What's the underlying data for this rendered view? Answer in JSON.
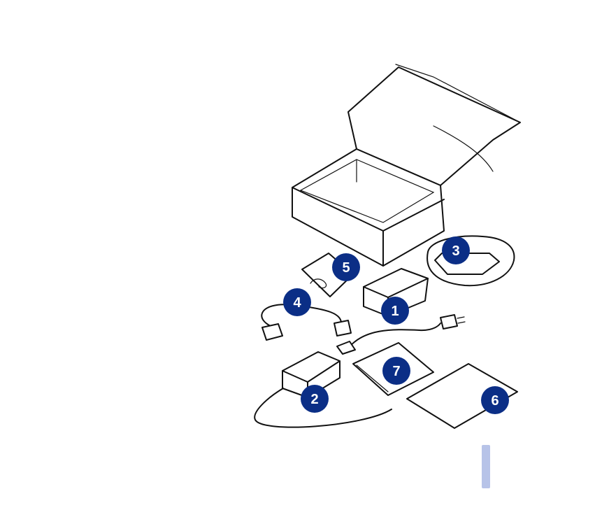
{
  "colors": {
    "badge": "#0b2e86",
    "badge_text": "#ffffff",
    "ink": "#111111",
    "side_tab": "#b7c3e8"
  },
  "items": [
    {
      "id": "receiver",
      "label": "1"
    },
    {
      "id": "power-adapter",
      "label": "2"
    },
    {
      "id": "cradle",
      "label": "3"
    },
    {
      "id": "serial-cable",
      "label": "4"
    },
    {
      "id": "accessory-bag",
      "label": "5"
    },
    {
      "id": "leaflet",
      "label": "6"
    },
    {
      "id": "cd",
      "label": "7"
    }
  ]
}
